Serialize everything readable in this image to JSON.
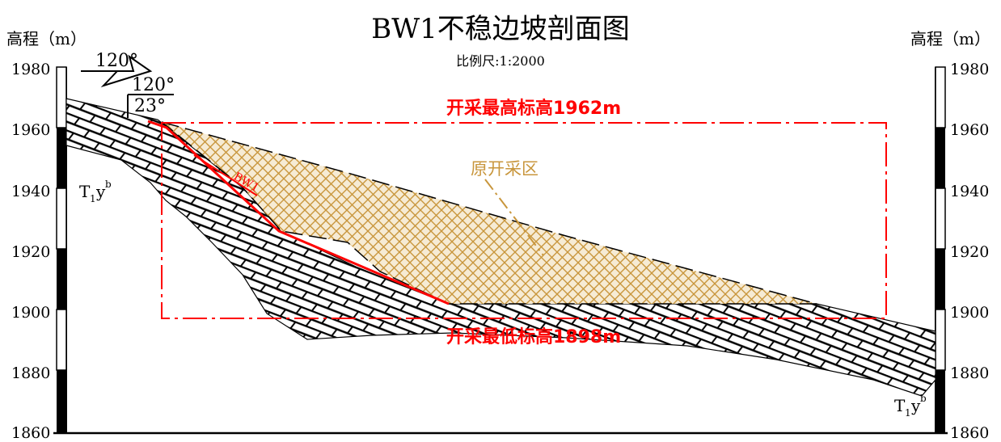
{
  "title": "BW1不稳边坡剖面图",
  "subtitle": "比例尺:1:2000",
  "elevation_header_left": "高程（m）",
  "elevation_header_right": "高程（m）",
  "elevation_ticks": [
    "1980",
    "1960",
    "1940",
    "1920",
    "1900",
    "1880",
    "1860"
  ],
  "labels": {
    "max_elev": "开采最高标高1962m",
    "min_elev": "开采最低标高1898m",
    "old_mining_area": "原开采区",
    "rock_code_left": "T",
    "rock_code_right": "T",
    "rock_sub": "1",
    "rock_y": "y",
    "rock_sup": "b",
    "slope_code": "BW1",
    "angle_top": "120°",
    "angle_mid": "120°",
    "angle_dip": "23°"
  },
  "colors": {
    "boundary": "#ff0000",
    "old_area": "#c8963c",
    "frame": "#000000"
  }
}
